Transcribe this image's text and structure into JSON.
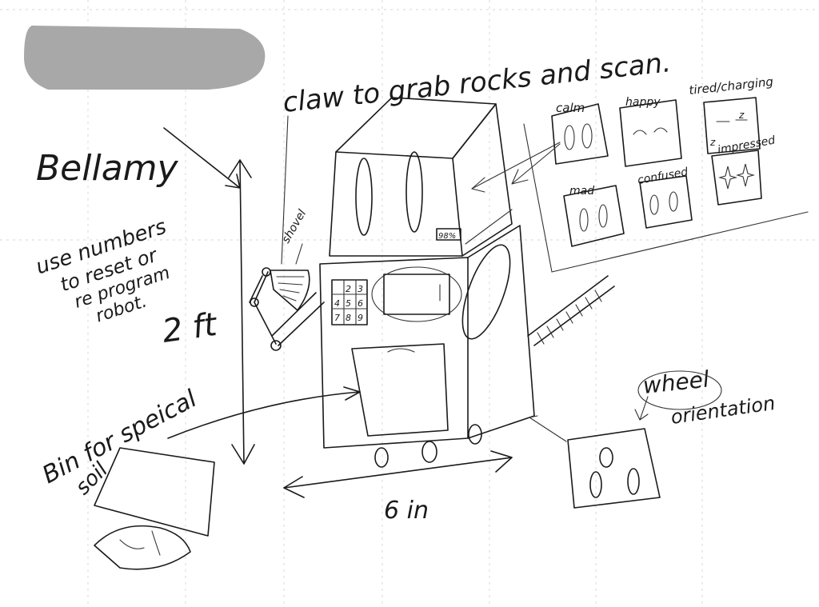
{
  "labels": {
    "name": "Bellamy",
    "claw": "claw to grab rocks and scan.",
    "keypad_note_1": "use numbers",
    "keypad_note_2": "to reset or",
    "keypad_note_3": "re program",
    "keypad_note_4": "robot.",
    "height": "2 ft",
    "shovel": "shovel",
    "bin_1": "Bin for speical",
    "bin_2": "soil",
    "width": "6 in",
    "wheel_1": "wheel",
    "wheel_2": "orientation",
    "battery": "98%"
  },
  "keypad": [
    "2",
    "3",
    "4",
    "5",
    "6",
    "7",
    "8",
    "9"
  ],
  "faces": [
    {
      "label": "calm"
    },
    {
      "label": "happy"
    },
    {
      "label": "tired/charging"
    },
    {
      "label": "mad"
    },
    {
      "label": "confused"
    },
    {
      "label": "impressed"
    }
  ],
  "colors": {
    "ink": "#1a1a1a",
    "redaction": "#a8a8a8",
    "paper": "#ffffff"
  }
}
